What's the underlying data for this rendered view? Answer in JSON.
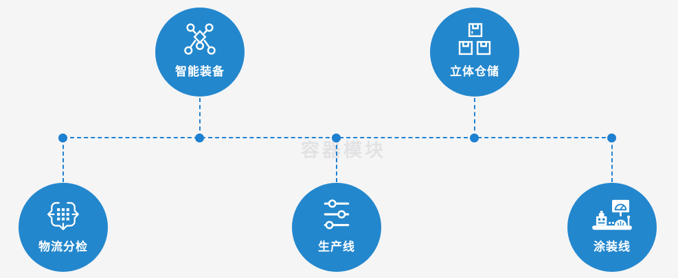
{
  "diagram": {
    "watermark": "容器模块",
    "nodes": [
      {
        "id": "smart-equipment",
        "label": "智能装备",
        "icon": "network-icon",
        "position": "top-left"
      },
      {
        "id": "warehouse",
        "label": "立体仓储",
        "icon": "boxes-icon",
        "position": "top-right"
      },
      {
        "id": "logistics-sorting",
        "label": "物流分检",
        "icon": "sort-arrows-icon",
        "position": "bottom-left"
      },
      {
        "id": "production-line",
        "label": "生产线",
        "icon": "sliders-icon",
        "position": "bottom-center"
      },
      {
        "id": "painting-line",
        "label": "涂装线",
        "icon": "machine-icon",
        "position": "bottom-right"
      }
    ],
    "colors": {
      "node_fill": "#2387cd",
      "connector": "#1e80d0",
      "background": "#f5f5f6",
      "label_text": "#ffffff",
      "watermark_text": "#e2e2e4"
    }
  }
}
